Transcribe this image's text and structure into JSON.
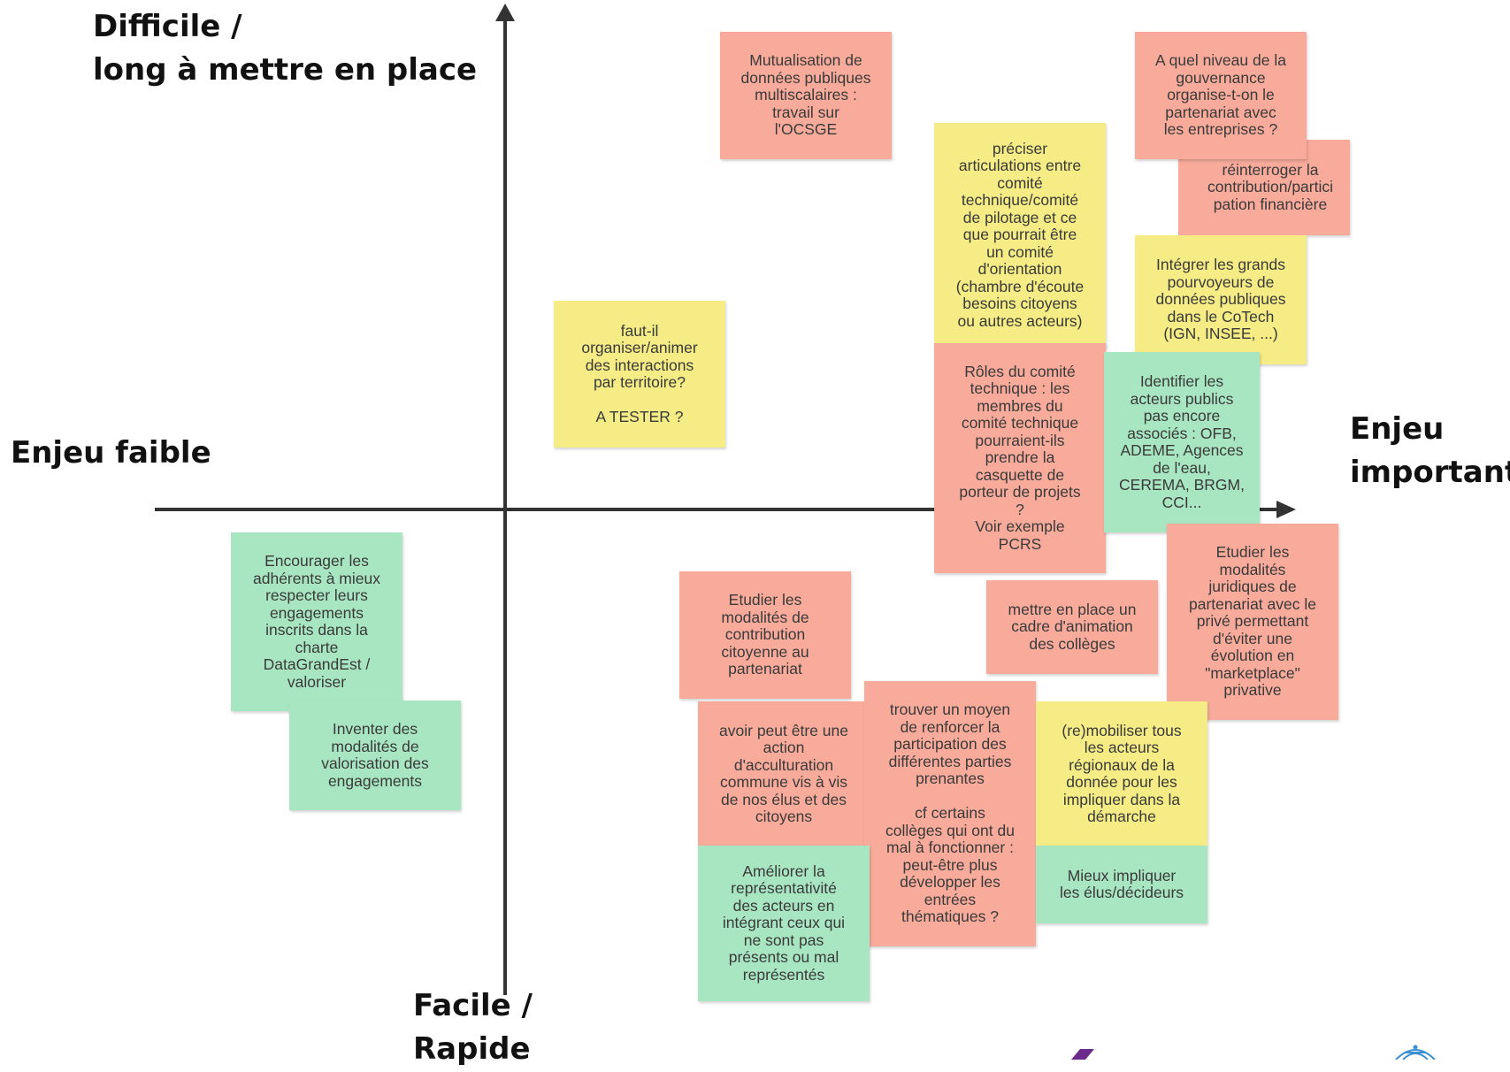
{
  "axes": {
    "top_label": "Difficile /\nlong à mettre en place",
    "bottom_label": "Facile /\nRapide",
    "left_label": "Enjeu faible",
    "right_label": "Enjeu\nimportant"
  },
  "colors": {
    "pink": "#f8ab9a",
    "yellow": "#f5ec86",
    "green": "#a8e6c1",
    "axis": "#333333"
  },
  "notes": [
    {
      "text": "Mutualisation de\ndonnées publiques\nmultiscalaires :\ntravail sur\nl'OCSGE",
      "color": "pink"
    },
    {
      "text": "A quel niveau de la\ngouvernance\norganise-t-on le\npartenariat avec\nles entreprises ?",
      "color": "pink"
    },
    {
      "text": "réinterroger la\ncontribution/partici\npation financière",
      "color": "pink"
    },
    {
      "text": "préciser\narticulations entre\ncomité\ntechnique/comité\nde pilotage et ce\nque pourrait être\nun comité\nd'orientation\n(chambre d'écoute\nbesoins citoyens\nou autres acteurs)",
      "color": "yellow"
    },
    {
      "text": "Intégrer les grands\npourvoyeurs de\ndonnées publiques\ndans le CoTech\n(IGN, INSEE, ...)",
      "color": "yellow"
    },
    {
      "text": "faut-il\norganiser/animer\ndes interactions\npar territoire?\n\nA TESTER ?",
      "color": "yellow"
    },
    {
      "text": "Rôles du comité\ntechnique : les\nmembres du\ncomité technique\npourraient-ils\nprendre la\ncasquette de\nporteur de projets\n?\nVoir exemple\nPCRS",
      "color": "pink"
    },
    {
      "text": "Identifier les\nacteurs publics\npas encore\nassociés : OFB,\nADEME, Agences\nde l'eau,\nCEREMA, BRGM,\nCCI...",
      "color": "green"
    },
    {
      "text": "Encourager les\nadhérents à mieux\nrespecter leurs\nengagements\ninscrits dans la\ncharte\nDataGrandEst /\nvaloriser",
      "color": "green"
    },
    {
      "text": "Inventer des\nmodalités de\nvalorisation des\nengagements",
      "color": "green"
    },
    {
      "text": "Etudier les\nmodalités de\ncontribution\ncitoyenne au\npartenariat",
      "color": "pink"
    },
    {
      "text": "mettre en place un\ncadre d'animation\ndes collèges",
      "color": "pink"
    },
    {
      "text": "Etudier les\nmodalités\njuridiques de\npartenariat avec le\nprivé permettant\nd'éviter une\névolution en\n\"marketplace\"\nprivative",
      "color": "pink"
    },
    {
      "text": "avoir peut être une\naction\nd'acculturation\ncommune vis à vis\nde nos élus et des\ncitoyens",
      "color": "pink"
    },
    {
      "text": "trouver un moyen\nde renforcer la\nparticipation des\ndifférentes parties\nprenantes\n\ncf certains\ncollèges qui ont du\nmal à fonctionner :\npeut-être plus\ndévelopper les\nentrées\nthématiques ?",
      "color": "pink"
    },
    {
      "text": "(re)mobiliser tous\nles acteurs\nrégionaux de la\ndonnée pour les\nimpliquer dans la\ndémarche",
      "color": "yellow"
    },
    {
      "text": "Améliorer la\nreprésentativité\ndes acteurs en\nintégrant ceux qui\nne sont pas\nprésents ou mal\nreprésentés",
      "color": "green"
    },
    {
      "text": "Mieux impliquer\nles élus/décideurs",
      "color": "green"
    }
  ]
}
